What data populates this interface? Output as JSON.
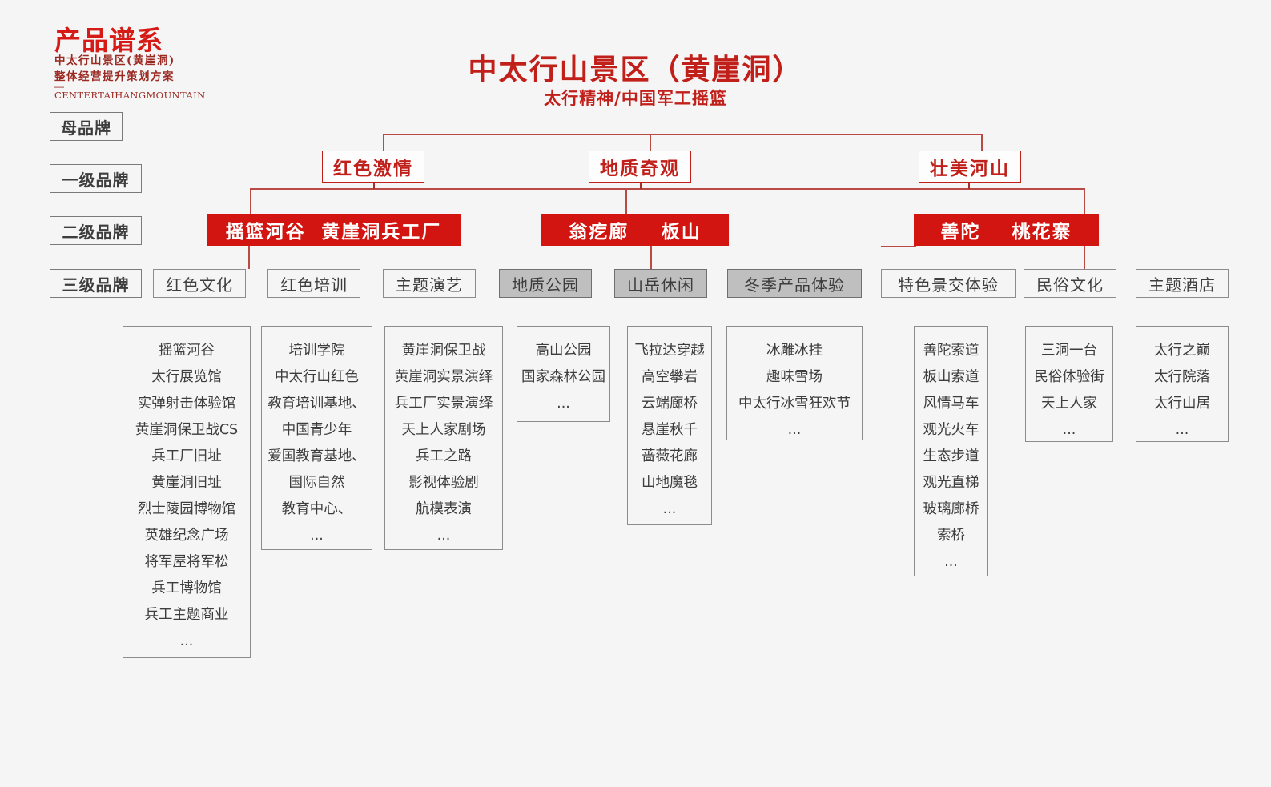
{
  "logo": {
    "title": "产品谱系",
    "sub1": "中太行山景区(黄崖洞)",
    "sub2": "整体经营提升策划方案",
    "dash": "—",
    "english": "CENTERTAIHANGMOUNTAIN"
  },
  "header": {
    "title": "中太行山景区（黄崖洞）",
    "subtitle": "太行精神/中国军工摇篮"
  },
  "tiers": [
    {
      "label": "母品牌"
    },
    {
      "label": "一级品牌"
    },
    {
      "label": "二级品牌"
    },
    {
      "label": "三级品牌"
    }
  ],
  "level1": [
    {
      "label": "红色激情"
    },
    {
      "label": "地质奇观"
    },
    {
      "label": "壮美河山"
    }
  ],
  "level2": [
    {
      "items": [
        "摇篮河谷",
        "黄崖洞兵工厂"
      ]
    },
    {
      "items": [
        "翁疙廊",
        "板山"
      ]
    },
    {
      "items": [
        "善陀",
        "桃花寨"
      ]
    }
  ],
  "level3": [
    {
      "label": "红色文化",
      "shaded": false
    },
    {
      "label": "红色培训",
      "shaded": false
    },
    {
      "label": "主题演艺",
      "shaded": false
    },
    {
      "label": "地质公园",
      "shaded": true
    },
    {
      "label": "山岳休闲",
      "shaded": true
    },
    {
      "label": "冬季产品体验",
      "shaded": true
    },
    {
      "label": "特色景交体验",
      "shaded": false
    },
    {
      "label": "民俗文化",
      "shaded": false
    },
    {
      "label": "主题酒店",
      "shaded": false
    }
  ],
  "details": [
    {
      "items": [
        "摇篮河谷",
        "太行展览馆",
        "实弹射击体验馆",
        "黄崖洞保卫战CS",
        "兵工厂旧址",
        "黄崖洞旧址",
        "烈士陵园博物馆",
        "英雄纪念广场",
        "将军屋将军松",
        "兵工博物馆",
        "兵工主题商业",
        "..."
      ]
    },
    {
      "items": [
        "培训学院",
        "中太行山红色",
        "教育培训基地、",
        "中国青少年",
        "爱国教育基地、",
        "国际自然",
        "教育中心、",
        "..."
      ]
    },
    {
      "items": [
        "黄崖洞保卫战",
        "黄崖洞实景演绎",
        "兵工厂实景演绎",
        "天上人家剧场",
        "兵工之路",
        "影视体验剧",
        "航模表演",
        "..."
      ]
    },
    {
      "items": [
        "高山公园",
        "国家森林公园",
        "..."
      ]
    },
    {
      "items": [
        "飞拉达穿越",
        "高空攀岩",
        "云端廊桥",
        "悬崖秋千",
        "蔷薇花廊",
        "山地魔毯",
        "..."
      ]
    },
    {
      "items": [
        "冰雕冰挂",
        "趣味雪场",
        "中太行冰雪狂欢节",
        "..."
      ]
    },
    {
      "items": [
        "善陀索道",
        "板山索道",
        "风情马车",
        "观光火车",
        "生态步道",
        "观光直梯",
        "玻璃廊桥",
        "索桥",
        "..."
      ]
    },
    {
      "items": [
        "三洞一台",
        "民俗体验街",
        "天上人家",
        "..."
      ]
    },
    {
      "items": [
        "太行之巅",
        "太行院落",
        "太行山居",
        "..."
      ]
    }
  ],
  "colors": {
    "brand_red": "#c1201a",
    "solid_red": "#d21510",
    "line_red": "#b94a44",
    "label_gray": "#3d3d3d",
    "shade_gray": "#bfbfbf",
    "background": "#f5f5f5"
  }
}
